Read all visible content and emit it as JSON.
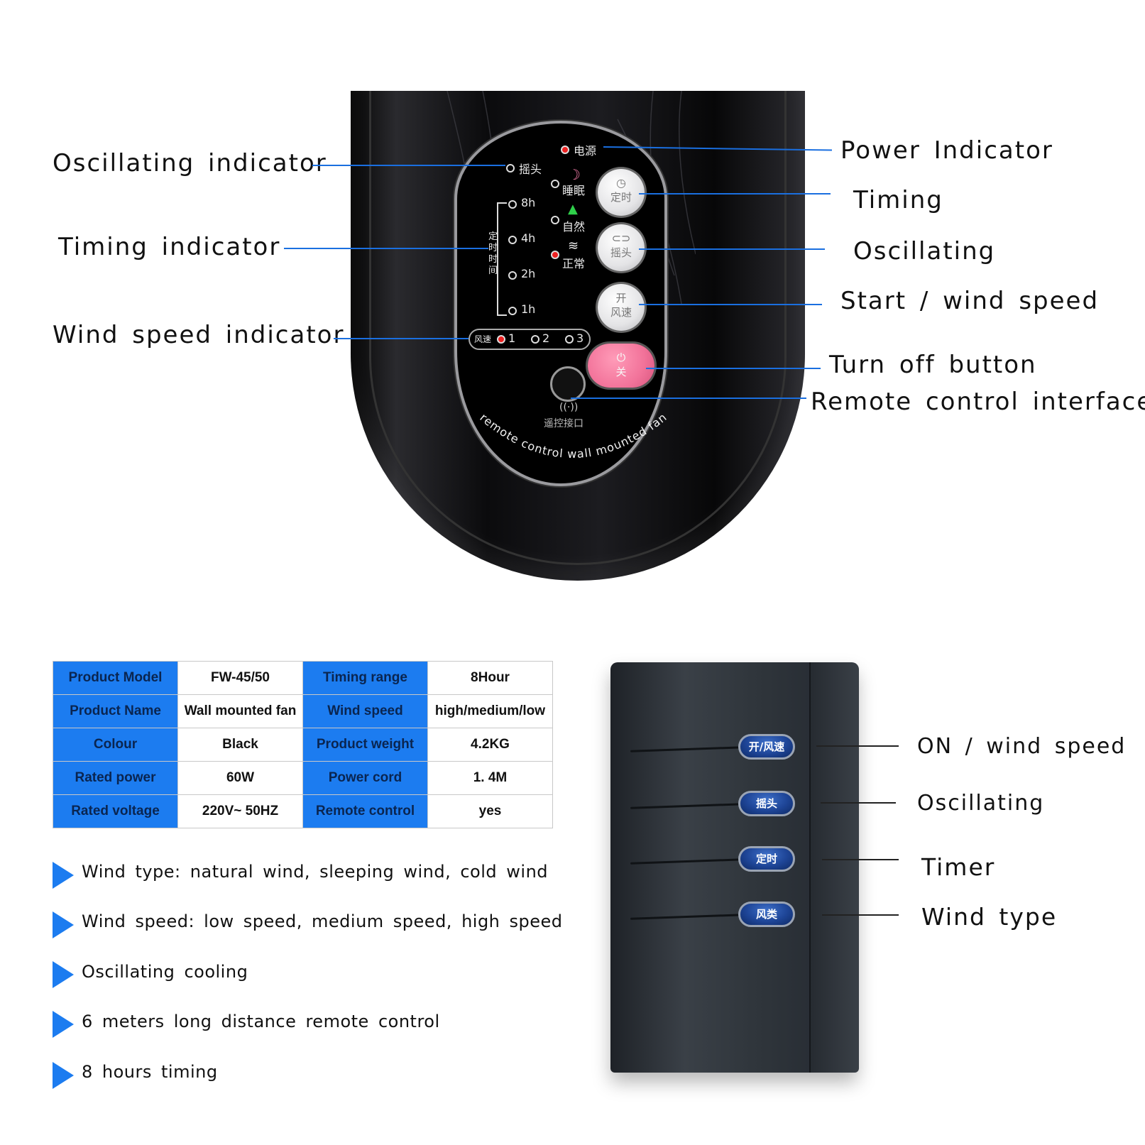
{
  "fan_panel": {
    "indicators": {
      "power": "电源",
      "oscillate": "摇头",
      "sleep": "睡眠",
      "natural": "自然",
      "normal": "正常",
      "timer_8h": "8h",
      "timer_4h": "4h",
      "timer_2h": "2h",
      "timer_1h": "1h",
      "timer_vertical": "定时时间",
      "speed_label": "风速",
      "speed_1": "1",
      "speed_2": "2",
      "speed_3": "3"
    },
    "buttons": {
      "timing": "定时",
      "oscillating": "摇头",
      "start_top": "开",
      "start_bottom": "风速",
      "off": "关"
    },
    "remote_port_label": "遥控接口",
    "arc_text": "remote control wall mounted fan"
  },
  "callouts": {
    "oscillating_indicator": "Oscillating indicator",
    "timing_indicator": "Timing indicator",
    "wind_speed_indicator": "Wind speed indicator",
    "power_indicator": "Power Indicator",
    "timing": "Timing",
    "oscillating": "Oscillating",
    "start_wind_speed": "Start / wind speed",
    "turn_off_button": "Turn off button",
    "remote_control_interface": "Remote control interface"
  },
  "specs": [
    {
      "k1": "Product Model",
      "v1": "FW-45/50",
      "k2": "Timing range",
      "v2": "8Hour"
    },
    {
      "k1": "Product Name",
      "v1": "Wall mounted fan",
      "k2": "Wind speed",
      "v2": "high/medium/low"
    },
    {
      "k1": "Colour",
      "v1": "Black",
      "k2": "Product weight",
      "v2": "4.2KG"
    },
    {
      "k1": "Rated power",
      "v1": "60W",
      "k2": "Power cord",
      "v2": "1. 4M"
    },
    {
      "k1": "Rated voltage",
      "v1": "220V~ 50HZ",
      "k2": "Remote control",
      "v2": "yes"
    }
  ],
  "features": [
    "Wind type: natural wind, sleeping wind, cold wind",
    "Wind speed: low speed, medium speed, high speed",
    "Oscillating cooling",
    "6 meters long distance remote control",
    "8 hours timing"
  ],
  "remote": {
    "buttons": [
      "开/风速",
      "摇头",
      "定时",
      "风类"
    ],
    "callouts": [
      "ON / wind speed",
      "Oscillating",
      "Timer",
      "Wind type"
    ]
  },
  "colors": {
    "accent_blue": "#1c7cf0",
    "leader_blue": "#1a6fe0",
    "off_button_pink": "#f2739a",
    "remote_button_blue": "#1e4597"
  }
}
